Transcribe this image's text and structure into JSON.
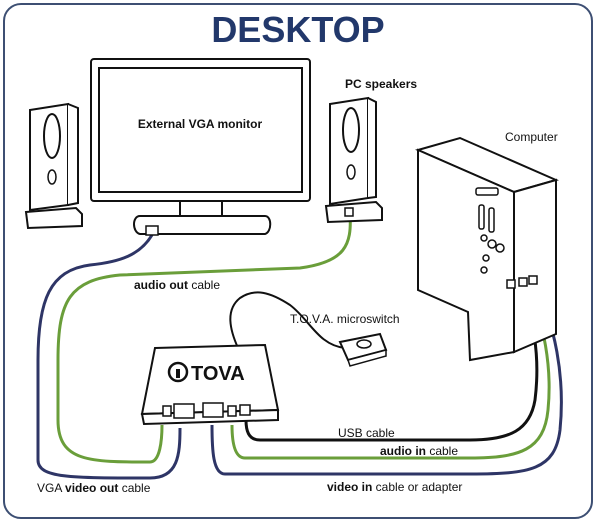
{
  "title": "DESKTOP",
  "labels": {
    "monitor": "External VGA monitor",
    "speakers": "PC speakers",
    "computer": "Computer",
    "microswitch": "T.O.V.A. microswitch",
    "device_brand": "TOVA",
    "usb_cable": "USB cable"
  },
  "cables": {
    "audio_out": {
      "bold": "audio out",
      "rest": " cable"
    },
    "audio_in": {
      "bold": "audio in",
      "rest": " cable"
    },
    "video_in": {
      "bold": "video in",
      "rest": " cable or adapter"
    },
    "vga_video_out": {
      "prefix": "VGA ",
      "bold": "video out",
      "rest": " cable"
    }
  },
  "colors": {
    "title": "#22386b",
    "frame": "#3d4f73",
    "audio_cable": "#6a9e3a",
    "video_cable": "#2e3566",
    "usb_cable": "#111111"
  }
}
